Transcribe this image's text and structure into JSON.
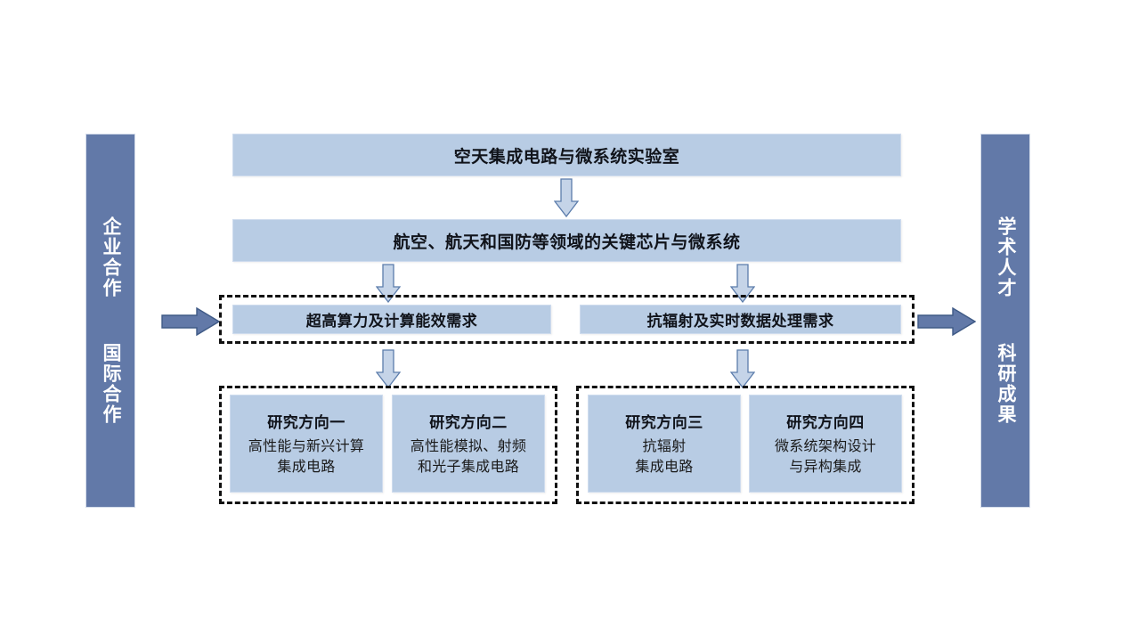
{
  "diagram": {
    "title": "空天集成电路与微系统实验室",
    "colors": {
      "light_blue": "#b8cce4",
      "slate_blue": "#6279a8",
      "arrow_fill": "#c5d4e8",
      "arrow_border": "#5b7cab",
      "dashed_border": "#111111",
      "background": "#ffffff"
    },
    "left_bar": {
      "label": "企业合作  国际合作"
    },
    "right_bar": {
      "label": "学术人才  科研成果"
    },
    "lab_box": {
      "title": "空天集成电路与微系统实验室"
    },
    "key_box": {
      "title": "航空、航天和国防等领域的关键芯片与微系统"
    },
    "requirements": [
      {
        "title": "超高算力及计算能效需求"
      },
      {
        "title": "抗辐射及实时数据处理需求"
      }
    ],
    "directions": [
      {
        "title": "研究方向一",
        "line1": "高性能与新兴计算",
        "line2": "集成电路"
      },
      {
        "title": "研究方向二",
        "line1": "高性能模拟、射频",
        "line2": "和光子集成电路"
      },
      {
        "title": "研究方向三",
        "line1": "抗辐射",
        "line2": "集成电路"
      },
      {
        "title": "研究方向四",
        "line1": "微系统架构设计",
        "line2": "与异构集成"
      }
    ],
    "arrows": {
      "down_count": 5,
      "right_count": 2
    }
  }
}
